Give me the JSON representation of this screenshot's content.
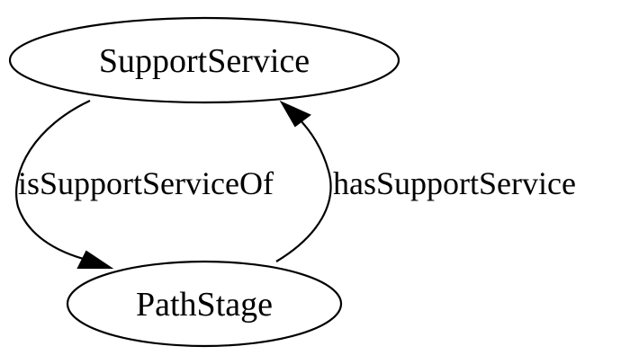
{
  "diagram": {
    "type": "directed-graph",
    "nodes": [
      {
        "id": "support_service",
        "label": "SupportService",
        "shape": "ellipse"
      },
      {
        "id": "path_stage",
        "label": "PathStage",
        "shape": "ellipse"
      }
    ],
    "edges": [
      {
        "id": "is_support_service_of",
        "from": "support_service",
        "to": "path_stage",
        "label": "isSupportServiceOf"
      },
      {
        "id": "has_support_service",
        "from": "path_stage",
        "to": "support_service",
        "label": "hasSupportService"
      }
    ],
    "colors": {
      "stroke": "#000000",
      "background": "#ffffff",
      "text": "#000000"
    }
  }
}
